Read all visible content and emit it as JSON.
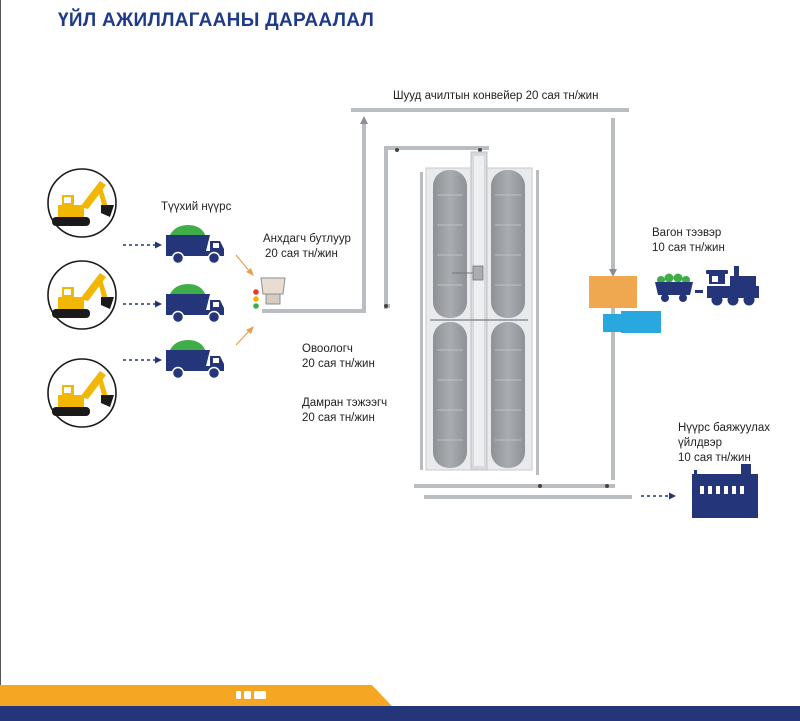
{
  "title": "ҮЙЛ АЖИЛЛАГААНЫ ДАРААЛАЛ",
  "labels": {
    "raw_coal": "Түүхий нүүрс",
    "primary_crusher_name": "Анхдагч бутлуур",
    "primary_crusher_capacity": "20 сая тн/жин",
    "direct_conveyor": "Шууд ачилтын конвейер  20 сая тн/жин",
    "stacker_name": "Овоологч",
    "stacker_capacity": "20 сая тн/жин",
    "reclaimer_name": "Дамран тэжээгч",
    "reclaimer_capacity": "20 сая тн/жин",
    "rail_transport_name": "Вагон тээвэр",
    "rail_transport_capacity": "10 сая тн/жин",
    "processing_plant_line1": "Нүүрс баяжуулах",
    "processing_plant_line2": "үйлдвэр",
    "processing_plant_capacity": "10 сая тн/жин"
  },
  "colors": {
    "title": "#1f3a8a",
    "navy": "#24357a",
    "yellow": "#f2b705",
    "coal_green": "#3fae49",
    "conveyor_grey": "#b9bcc0",
    "stockpile_grey": "#9a9da1",
    "loadout_orange": "#f0a850",
    "loadout_blue": "#29a8e0",
    "arrow_orange": "#e8a050",
    "footer_orange": "#f5a623"
  },
  "icons": {
    "excavator": "excavator-icon",
    "dump_truck": "dump-truck-icon",
    "crusher_hopper": "crusher-hopper-icon",
    "traffic_light": "traffic-light-icon",
    "train": "locomotive-icon",
    "factory": "factory-icon"
  }
}
